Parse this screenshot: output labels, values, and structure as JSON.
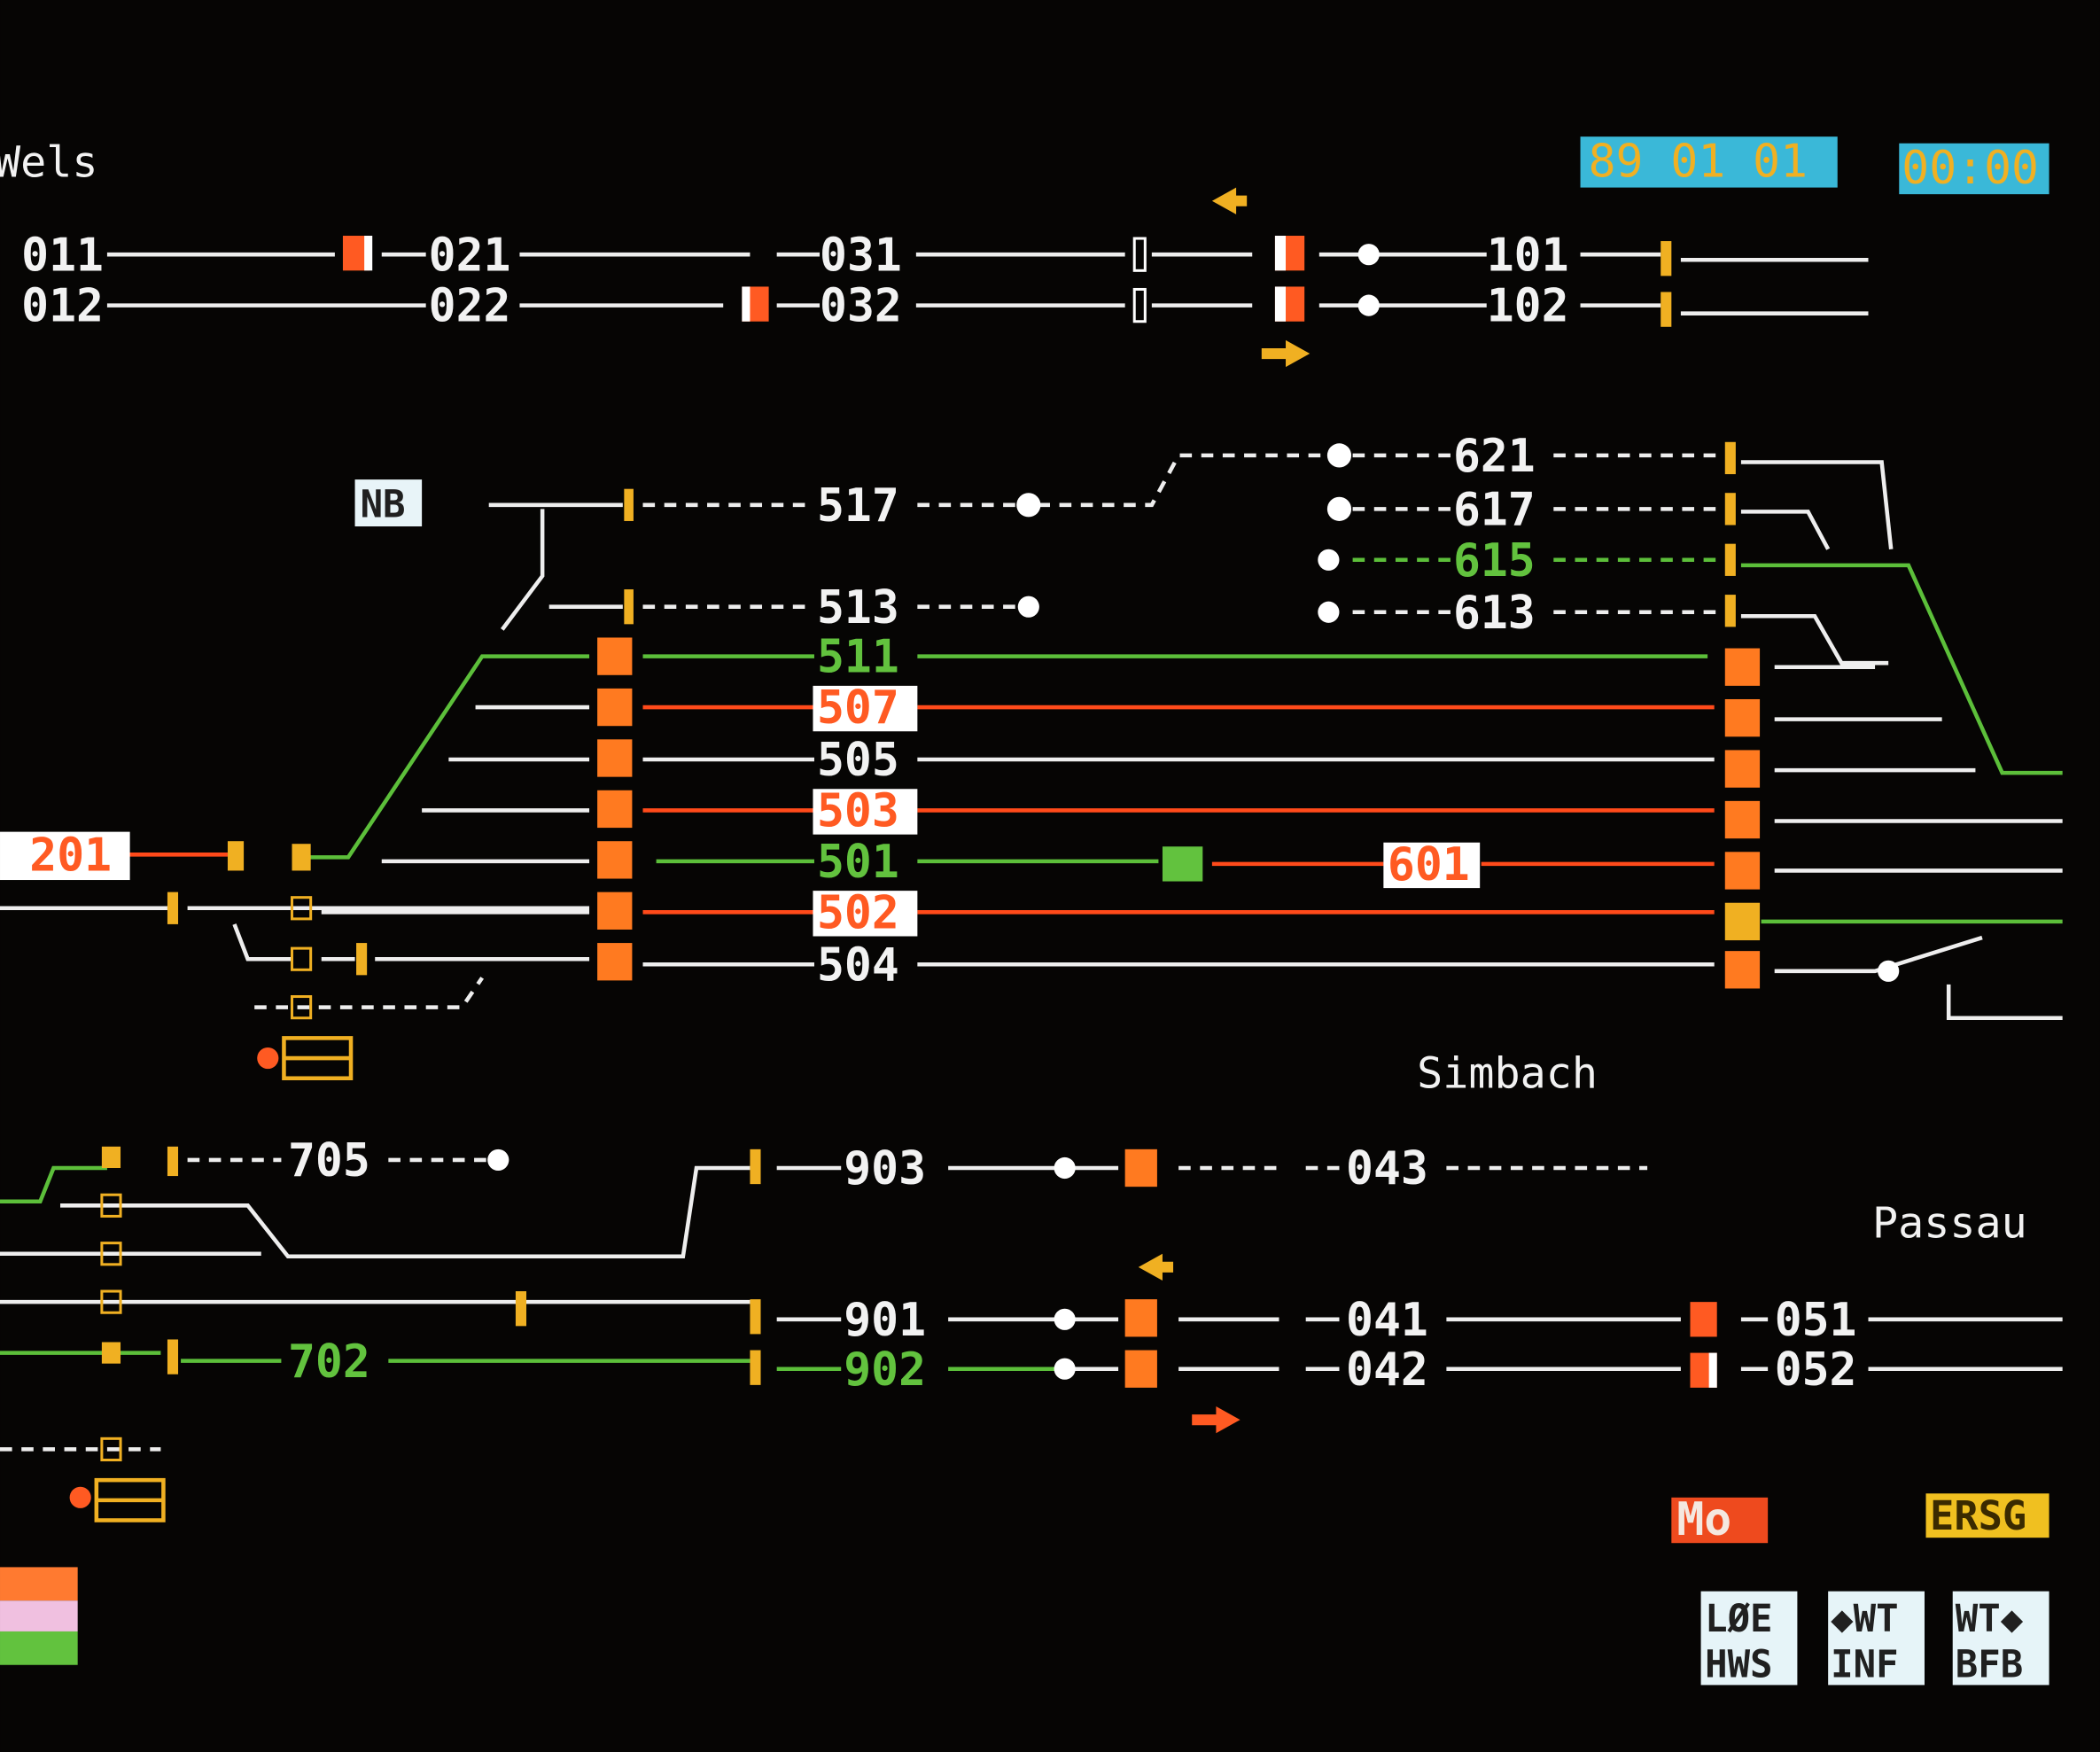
{
  "header": {
    "date": "89 01 01",
    "time": "00:00"
  },
  "stations": {
    "left": "Wels",
    "center": "Simbach",
    "right": "Passau"
  },
  "tracks": {
    "t011": "011",
    "t012": "012",
    "t021": "021",
    "t022": "022",
    "t031": "031",
    "t032": "032",
    "t101": "101",
    "t102": "102",
    "t517": "517",
    "t513": "513",
    "t621": "621",
    "t617": "617",
    "t615": "615",
    "t613": "613",
    "t511": "511",
    "t507": "507",
    "t505": "505",
    "t503": "503",
    "t501": "501",
    "t502": "502",
    "t504": "504",
    "t601": "601",
    "t201": "201",
    "t705": "705",
    "t702": "702",
    "t903": "903",
    "t901": "901",
    "t902": "902",
    "t043": "043",
    "t041": "041",
    "t042": "042",
    "t051": "051",
    "t052": "052"
  },
  "tags": {
    "nb": "NB",
    "mo": "Mo",
    "ersg": "ERSG"
  },
  "buttons": [
    {
      "line1": "LØE",
      "line2": "HWS"
    },
    {
      "line1": "◆WT",
      "line2": "INF"
    },
    {
      "line1": "WT◆",
      "line2": "BFB"
    }
  ],
  "colors": {
    "free": "#eeeeee",
    "route_set": "#5cbf3a",
    "occupied": "#ff4a1a",
    "signal": "#f0b022",
    "info": "#40c0e0"
  }
}
